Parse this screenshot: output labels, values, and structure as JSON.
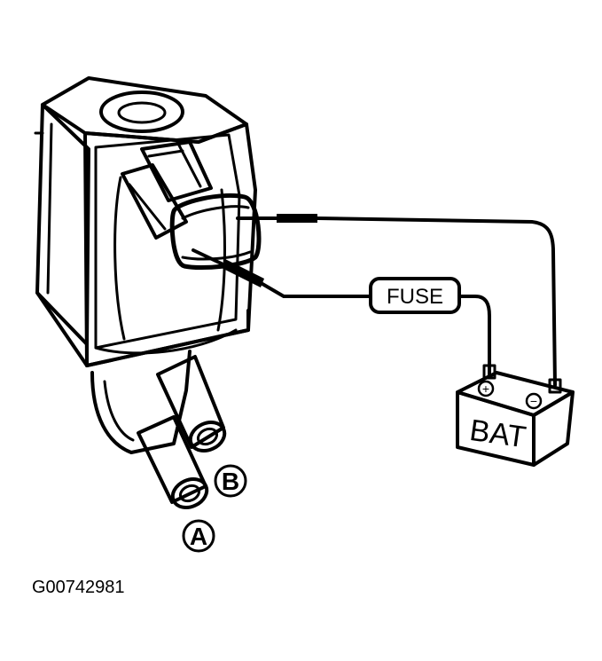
{
  "diagram": {
    "fuse_label": "FUSE",
    "battery_label": "BAT",
    "battery_positive": "+",
    "battery_negative": "−",
    "port_a": "A",
    "port_b": "B",
    "figure_id": "G00742981"
  }
}
